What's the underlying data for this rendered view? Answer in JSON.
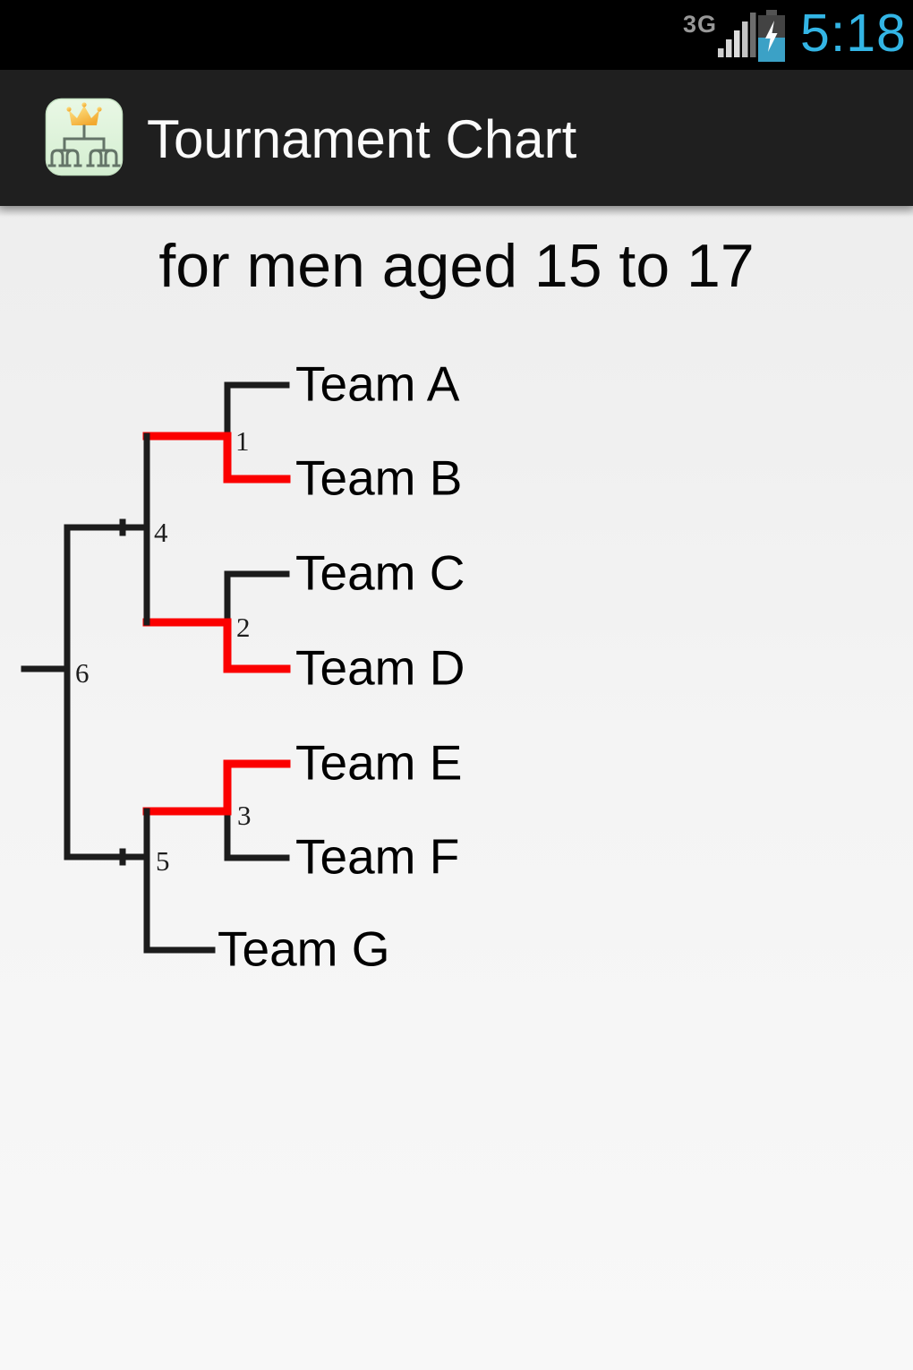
{
  "status_bar": {
    "network_type": "3G",
    "time": "5:18",
    "time_color": "#33b5e5"
  },
  "app_bar": {
    "title": "Tournament Chart"
  },
  "content": {
    "subtitle": "for men aged 15 to 17"
  },
  "chart_data": {
    "type": "bracket",
    "title": "for men aged 15 to 17",
    "teams": [
      "Team A",
      "Team B",
      "Team C",
      "Team D",
      "Team E",
      "Team F",
      "Team G"
    ],
    "matches": [
      {
        "number": 1,
        "top": "Team A",
        "bottom": "Team B",
        "winner": "Team B"
      },
      {
        "number": 2,
        "top": "Team C",
        "bottom": "Team D",
        "winner": "Team D"
      },
      {
        "number": 3,
        "top": "Team E",
        "bottom": "Team F",
        "winner": "Team E"
      },
      {
        "number": 4,
        "top_from_match": 1,
        "bottom_from_match": 2,
        "winner": null
      },
      {
        "number": 5,
        "top_from_match": 3,
        "bottom": "Team G",
        "winner": null
      },
      {
        "number": 6,
        "top_from_match": 4,
        "bottom_from_match": 5,
        "winner": null
      }
    ],
    "line_color": "#1c1c1c",
    "winner_color": "#fb0000",
    "text_color": "#000000"
  }
}
